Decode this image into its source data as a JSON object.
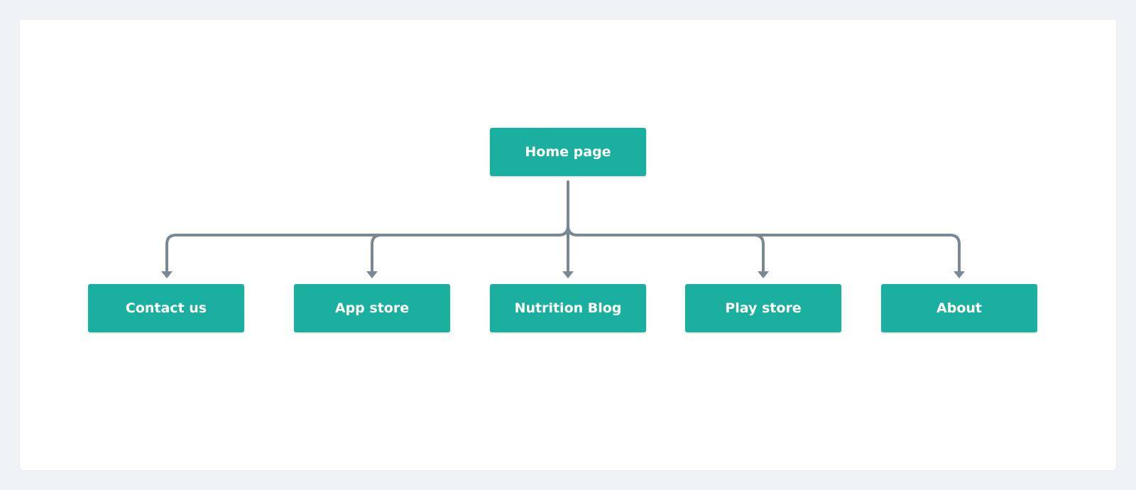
{
  "colors": {
    "node_fill": "#1baf9f",
    "connector": "#7a8896",
    "node_text": "#ffffff"
  },
  "diagram": {
    "root": {
      "label": "Home page"
    },
    "children": [
      {
        "label": "Contact us"
      },
      {
        "label": "App store"
      },
      {
        "label": "Nutrition Blog"
      },
      {
        "label": "Play store"
      },
      {
        "label": "About"
      }
    ]
  }
}
